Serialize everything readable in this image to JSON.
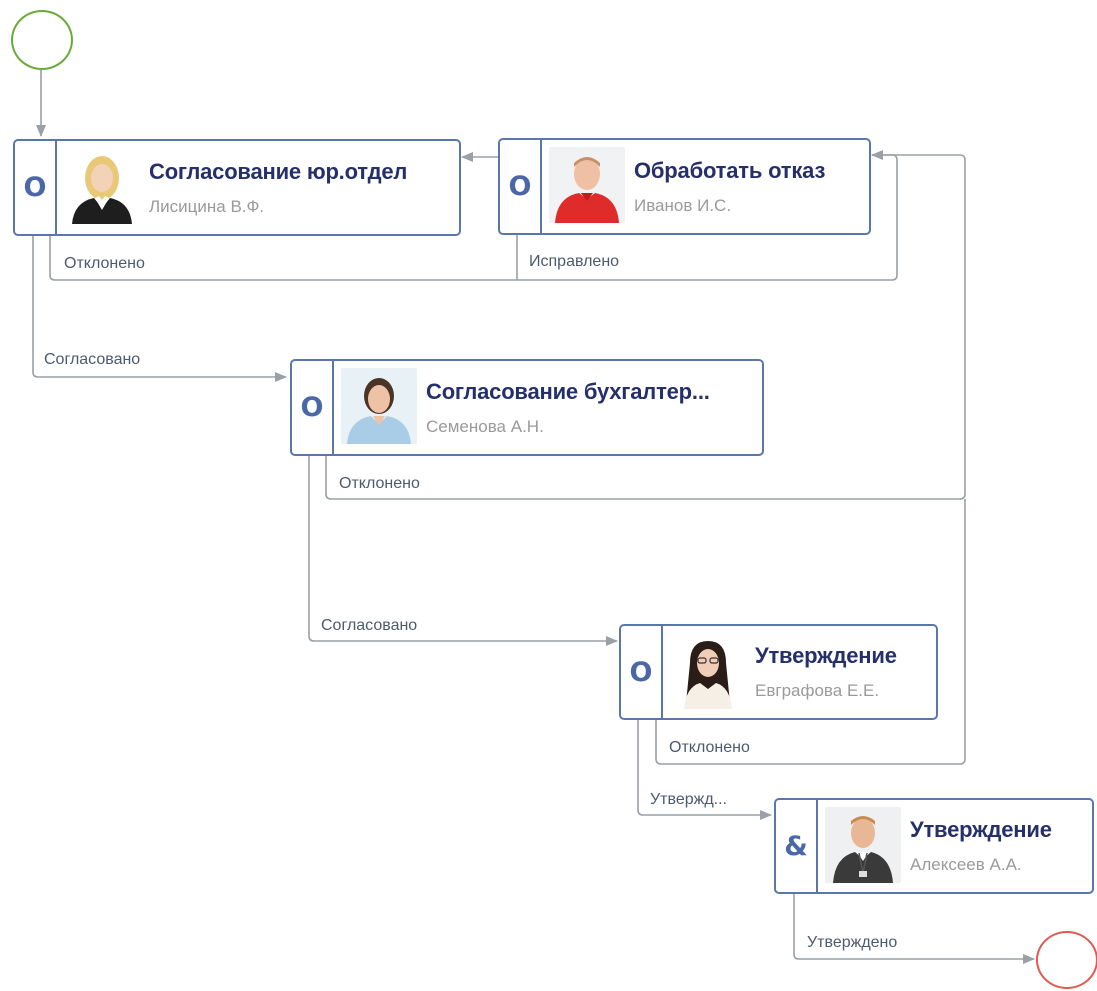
{
  "colors": {
    "node_border": "#5a77ad",
    "marker_text": "#4a68a6",
    "title_text": "#25306a",
    "person_text": "#9a9a9a",
    "edge": "#9aa0a6",
    "start_event": "#6aaa3a",
    "end_event": "#e05a4e"
  },
  "nodes": [
    {
      "marker": "O",
      "title": "Согласование юр.отдел",
      "person": "Лисицина В.Ф.",
      "avatar_icon": "female-avatar-blonde"
    },
    {
      "marker": "O",
      "title": "Обработать отказ",
      "person": "Иванов И.С.",
      "avatar_icon": "male-avatar-red-shirt"
    },
    {
      "marker": "O",
      "title": "Согласование бухгалтер...",
      "person": "Семенова А.Н.",
      "avatar_icon": "female-avatar-blue-shirt"
    },
    {
      "marker": "O",
      "title": "Утверждение",
      "person": "Евграфова Е.Е.",
      "avatar_icon": "female-avatar-glasses"
    },
    {
      "marker": "&",
      "title": "Утверждение",
      "person": "Алексеев А.А.",
      "avatar_icon": "male-avatar-badge"
    }
  ],
  "edge_labels": {
    "rejected_legal": "Отклонено",
    "fixed": "Исправлено",
    "approved_legal": "Согласовано",
    "rejected_accounting": "Отклонено",
    "approved_accounting": "Согласовано",
    "rejected_approval": "Отклонено",
    "approved_partial": "Утвержд...",
    "approved_final": "Утверждено"
  }
}
